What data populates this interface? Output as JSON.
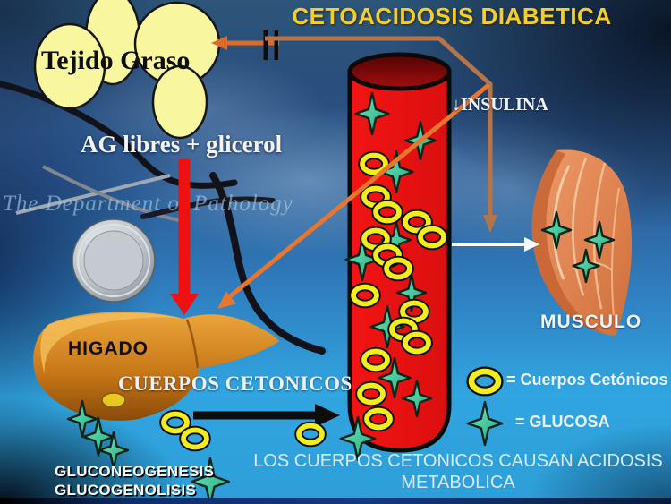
{
  "title": "CETOACIDOSIS DIABETICA",
  "watermark": "The Department of Pathology",
  "fat": {
    "label": "Tejido Graso"
  },
  "flows": {
    "ag_glicerol": "AG libres + glicerol",
    "insulin": "↓INSULINA",
    "ketones": "CUERPOS CETONICOS",
    "process_line1": "GLUCONEOGENESIS",
    "process_line2": "GLUCOGENOLISIS"
  },
  "organs": {
    "liver": "HIGADO",
    "muscle": "MUSCULO"
  },
  "legend": {
    "ketone_label": "= Cuerpos Cetónicos",
    "glucose_label": "= GLUCOSA"
  },
  "footer": {
    "line1": "LOS CUERPOS CETONICOS CAUSAN ACIDOSIS",
    "line2": "METABOLICA"
  },
  "colors": {
    "title_yellow": "#f2d029",
    "vessel_red": "#ee1414",
    "ring_yellow": "#f2ee1e",
    "star_green_light": "#7ce8c0",
    "star_green_dark": "#17a87b",
    "arrow_orange": "#e8762c",
    "arrow_tan": "#b5744a",
    "arrow_red": "#ee1111",
    "fat_yellow": "#f8f7a0",
    "liver_brown": "#c87818",
    "muscle_salmon": "#e8895c",
    "background_blue": "#2f7fc0"
  },
  "markers": {
    "vessel_stars": [
      [
        416,
        127,
        46
      ],
      [
        470,
        157,
        42
      ],
      [
        443,
        192,
        46
      ],
      [
        443,
        268,
        40
      ],
      [
        405,
        290,
        46
      ],
      [
        460,
        327,
        40
      ],
      [
        433,
        365,
        46
      ],
      [
        441,
        422,
        44
      ],
      [
        466,
        445,
        40
      ],
      [
        400,
        490,
        48
      ]
    ],
    "vessel_rings": [
      [
        418,
        183
      ],
      [
        420,
        220
      ],
      [
        433,
        237
      ],
      [
        466,
        248
      ],
      [
        483,
        265
      ],
      [
        420,
        267
      ],
      [
        433,
        285
      ],
      [
        445,
        300
      ],
      [
        408,
        330
      ],
      [
        463,
        348
      ],
      [
        451,
        368
      ],
      [
        466,
        383
      ],
      [
        420,
        402
      ],
      [
        415,
        440
      ],
      [
        423,
        468
      ]
    ],
    "liver_stars": [
      [
        92,
        468,
        40
      ],
      [
        110,
        488,
        42
      ],
      [
        127,
        503,
        40
      ],
      [
        235,
        538,
        52
      ]
    ],
    "ketone_arrow_rings": [
      [
        196,
        472
      ],
      [
        218,
        490
      ],
      [
        347,
        485
      ]
    ],
    "muscle_stars": [
      [
        622,
        257,
        40
      ],
      [
        670,
        268,
        40
      ],
      [
        655,
        297,
        36
      ]
    ],
    "legend_ring": [
      542,
      426,
      15,
      11
    ],
    "legend_star": [
      542,
      473,
      48
    ]
  }
}
